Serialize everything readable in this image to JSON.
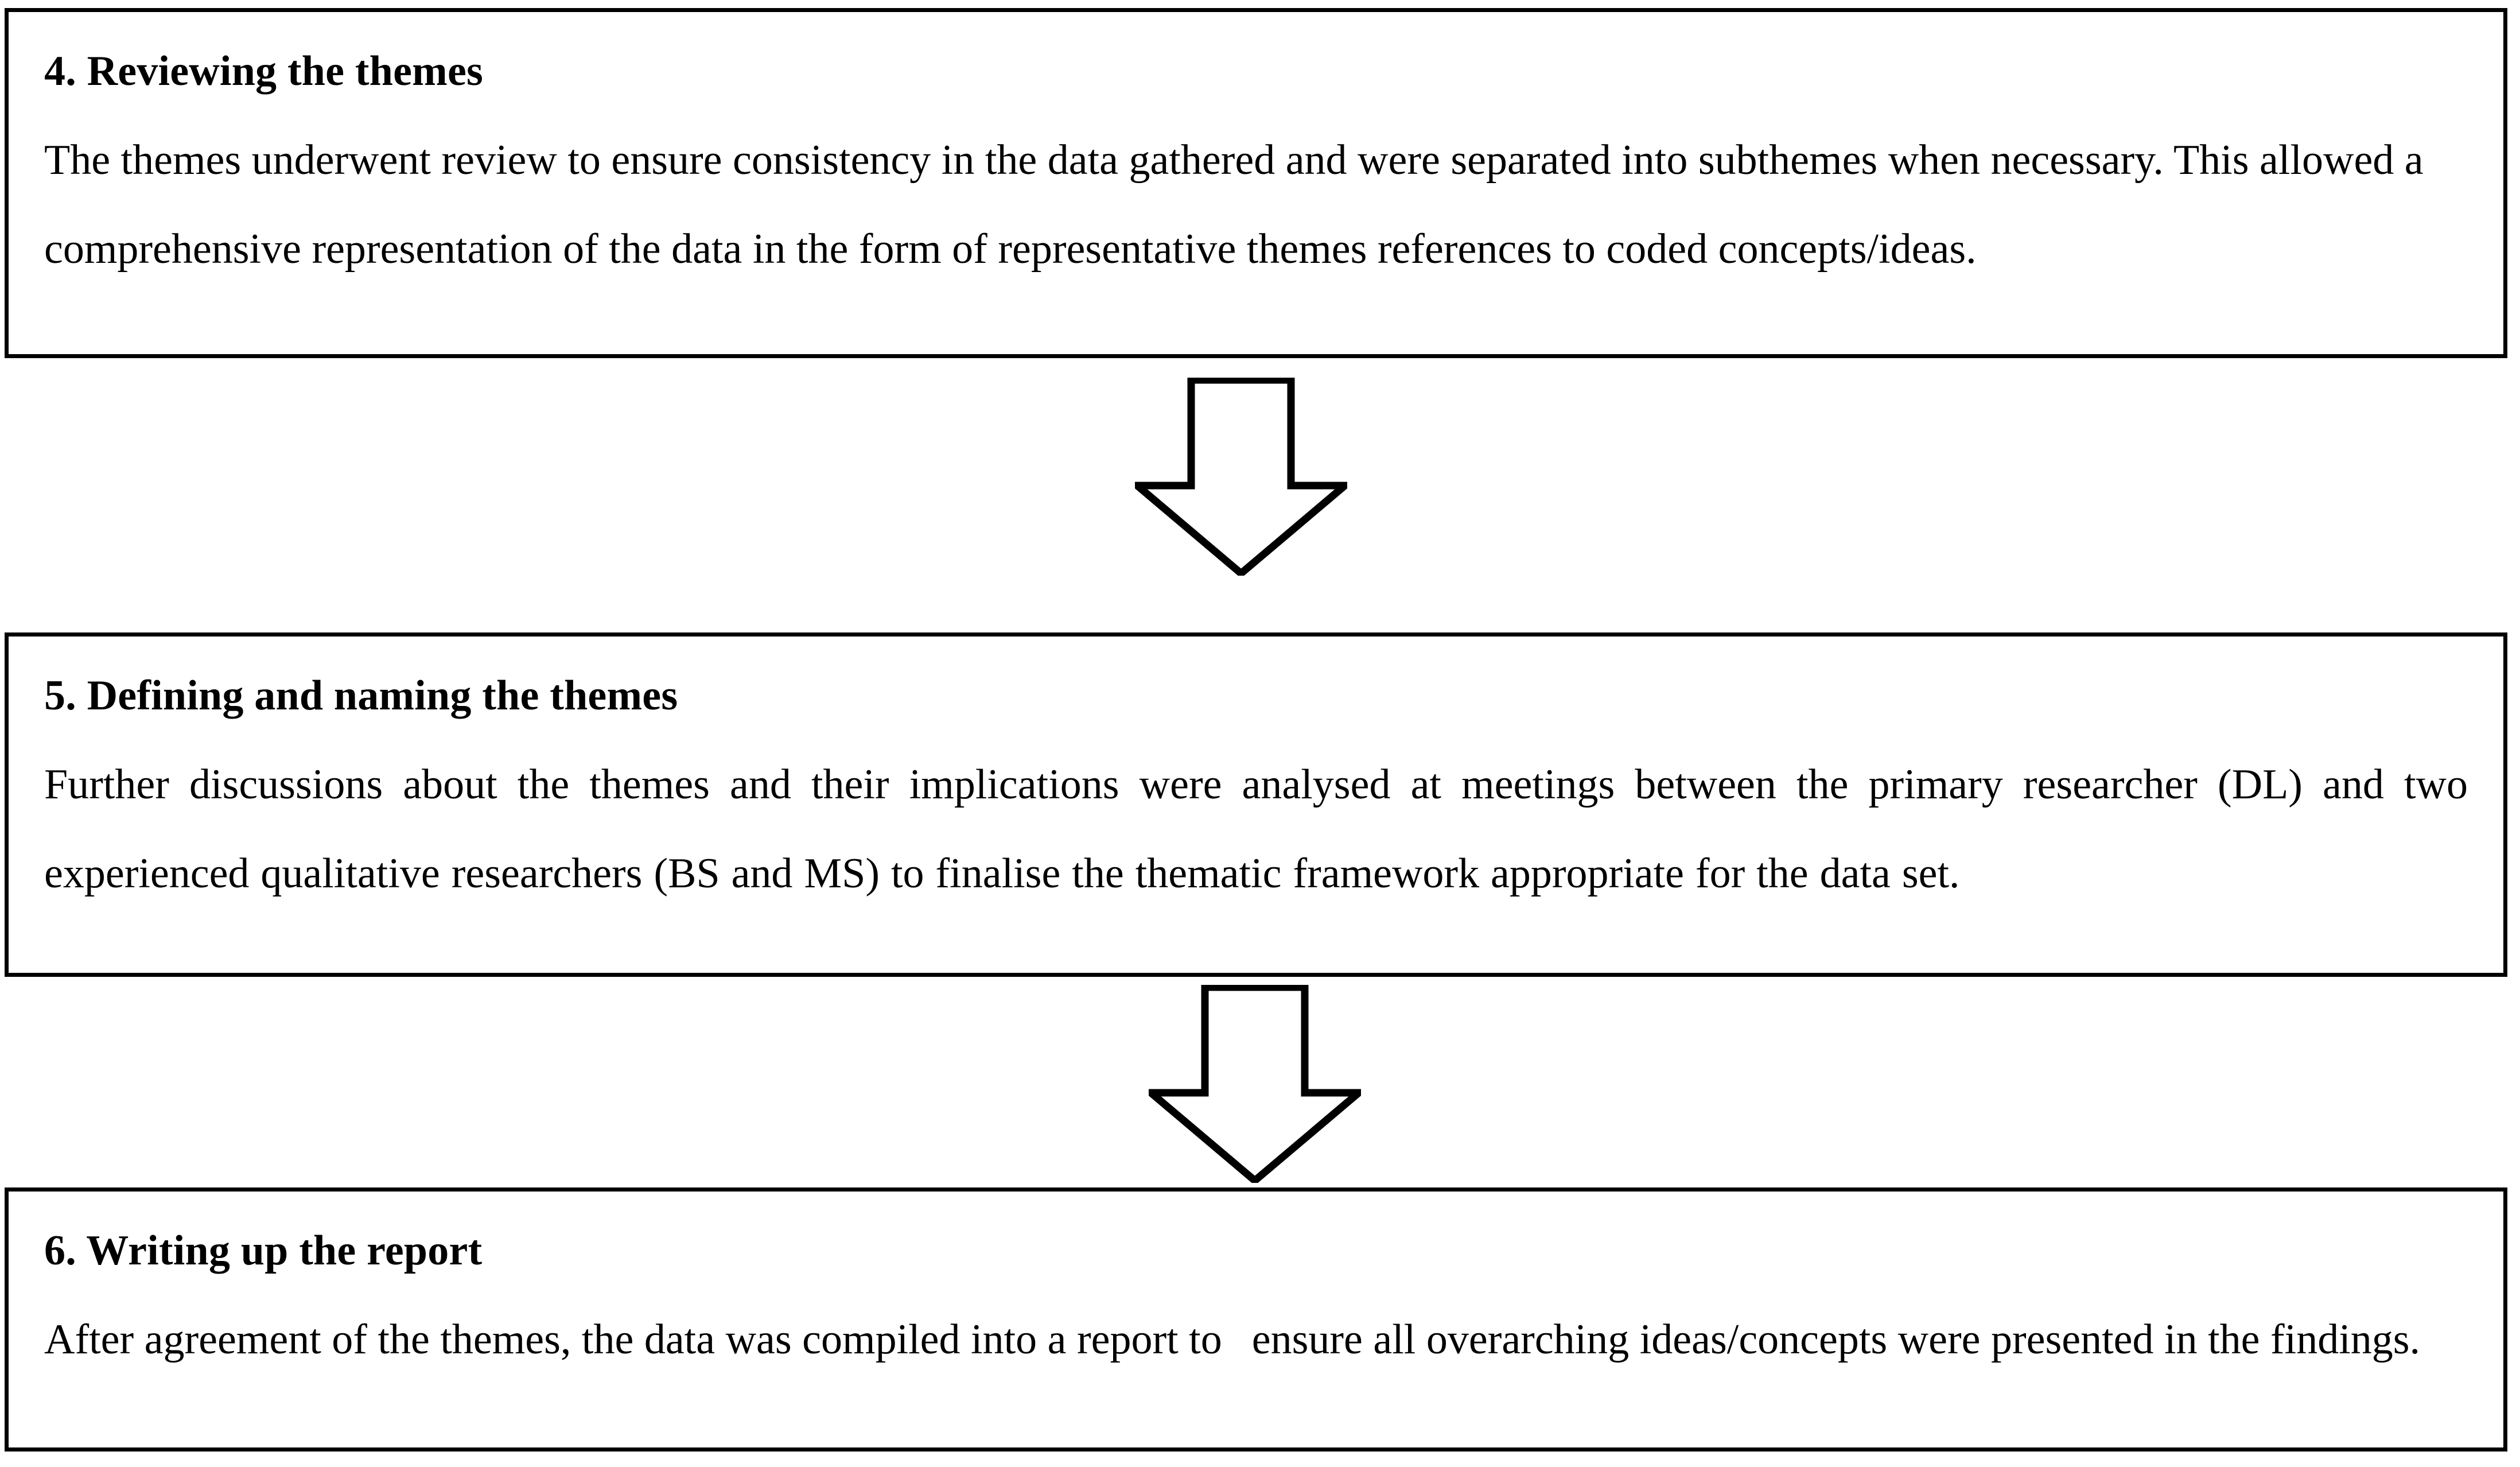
{
  "figure": {
    "type": "flowchart",
    "orientation": "vertical",
    "box_border_color": "#000000",
    "background_color": "#ffffff",
    "text_color": "#000000"
  },
  "steps": [
    {
      "id": "step-4",
      "number": "4.",
      "title": "4. Reviewing the themes",
      "body": "The themes underwent review to ensure consistency in the data gathered and were separated into subthemes when necessary. This allowed a comprehensive representation of the data in the form of representative themes references to coded concepts/ideas.",
      "alignment": "left"
    },
    {
      "id": "step-5",
      "number": "5.",
      "title": "5. Defining and naming the themes",
      "body": "Further discussions about the themes and their implications were analysed at meetings between the primary researcher (DL) and two experienced qualitative researchers (BS and MS) to finalise the thematic framework appropriate for the data set.",
      "alignment": "justified"
    },
    {
      "id": "step-6",
      "number": "6.",
      "title": "6. Writing up the report",
      "body_part_1": "After agreement of the themes, the data was compiled into a report to",
      "body_part_2": "ensure all overarching ideas/concepts were presented in the findings.",
      "alignment": "left"
    }
  ],
  "connectors": [
    {
      "id": "arrow-4-to-5",
      "icon": "down-arrow-icon",
      "from": "step-4",
      "to": "step-5",
      "direction": "down"
    },
    {
      "id": "arrow-5-to-6",
      "icon": "down-arrow-icon",
      "from": "step-5",
      "to": "step-6",
      "direction": "down"
    }
  ]
}
